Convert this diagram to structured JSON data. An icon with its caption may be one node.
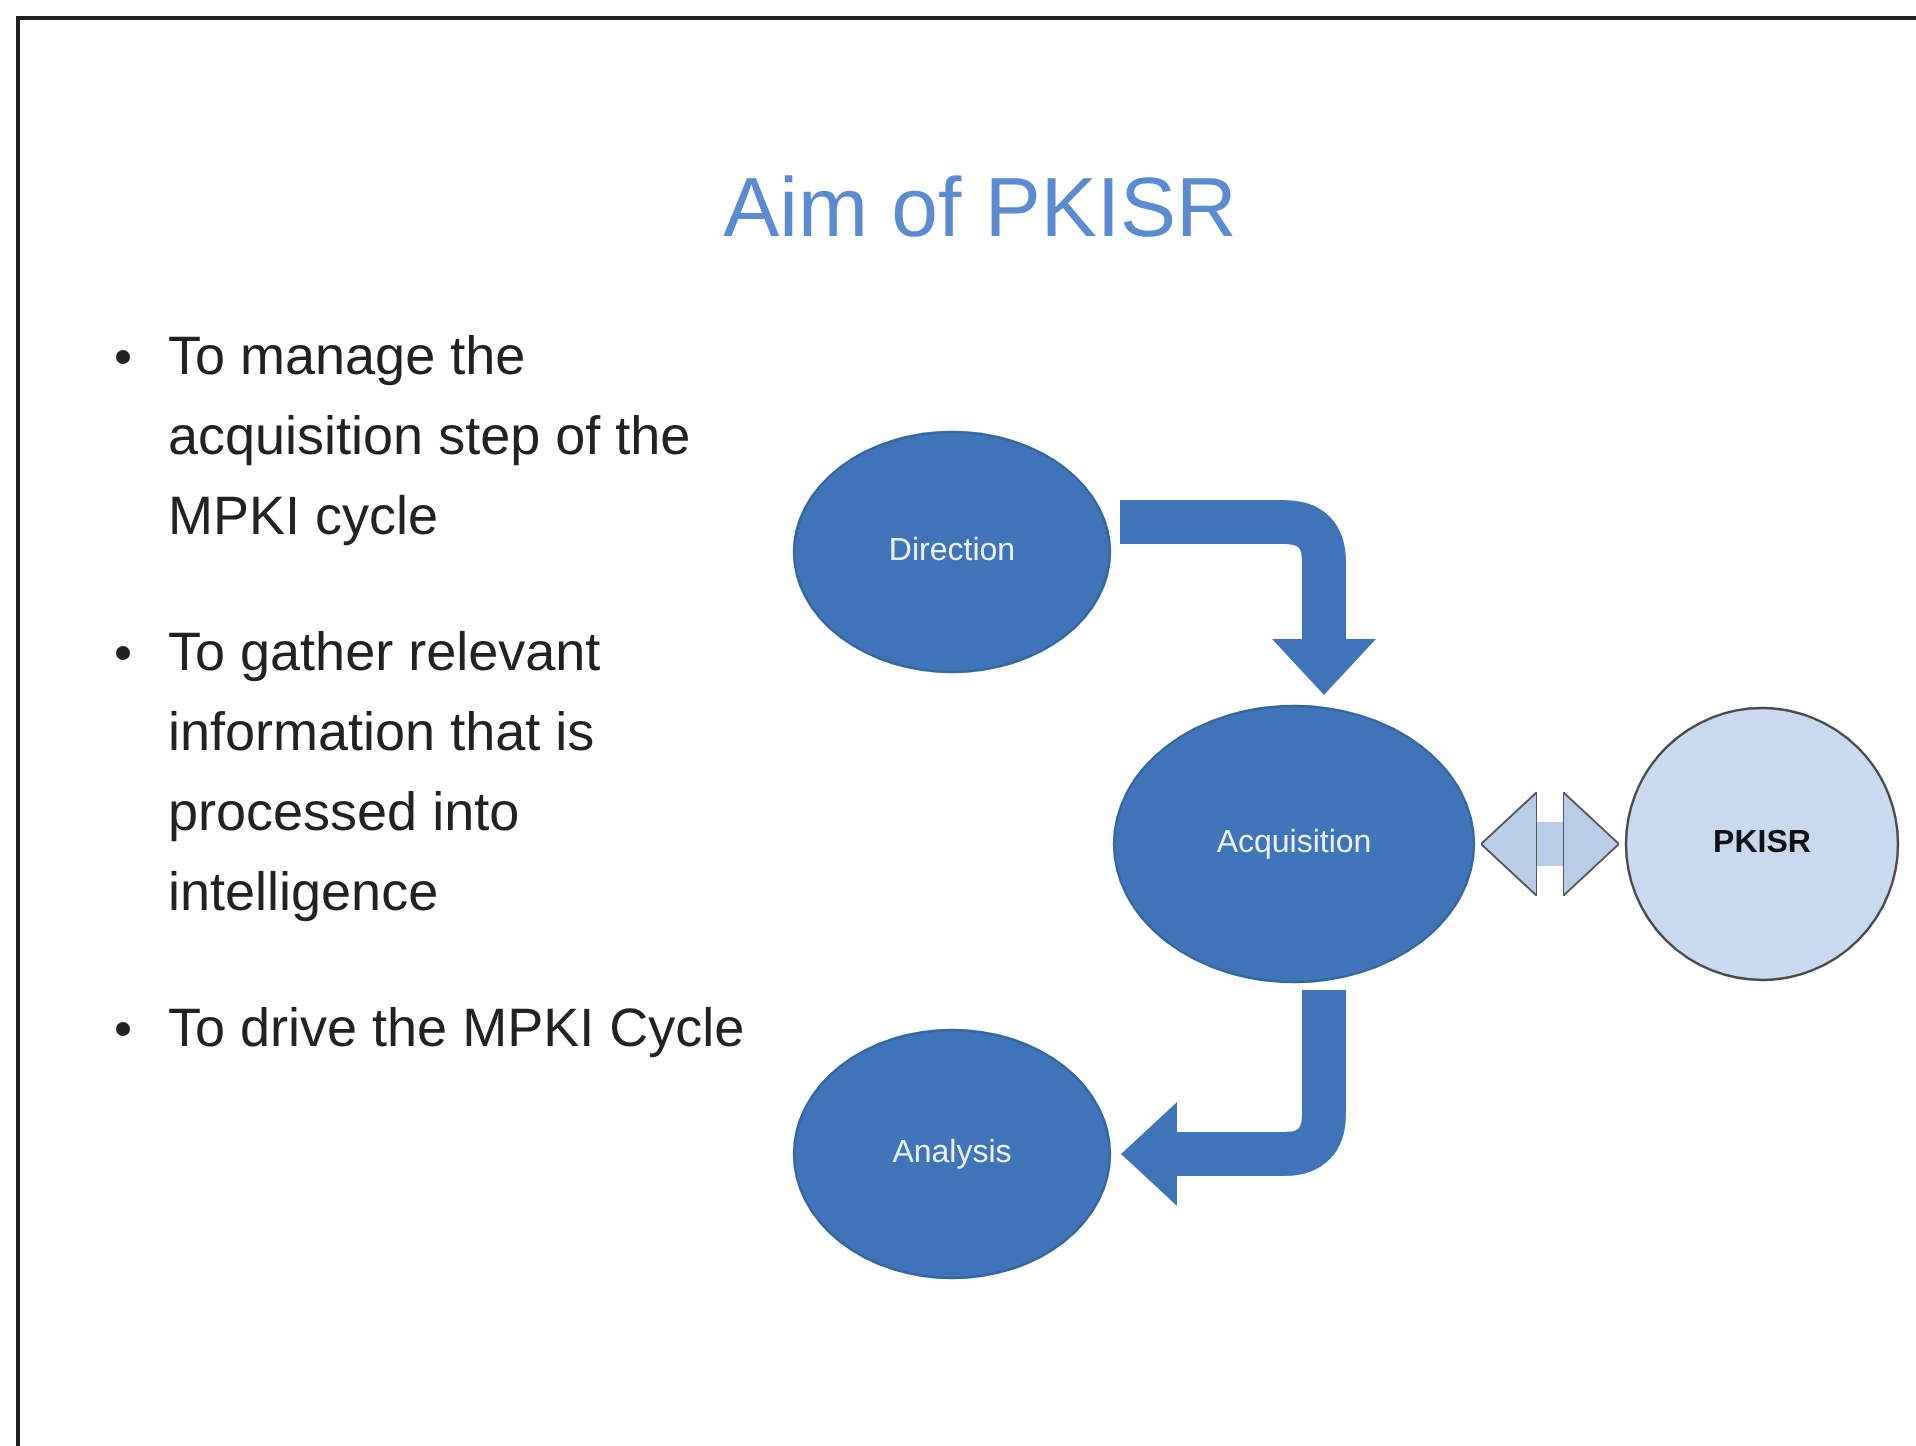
{
  "diagram": {
    "title": "Aim of PKISR",
    "nodes": [
      {
        "text": [
          "Direction"
        ]
      },
      {
        "text": [
          "Acquisition"
        ]
      },
      {
        "text": [
          "PKISR"
        ]
      },
      {
        "text": [
          "Analysis"
        ]
      }
    ],
    "edges": [
      {
        "from": 0,
        "to": 1,
        "arrow": "to"
      },
      {
        "from": 1,
        "to": 3,
        "arrow": "to"
      },
      {
        "from": 1,
        "to": 2,
        "arrow": "both",
        "color": "#b9cde8"
      }
    ],
    "labels": [
      "To manage the acquisition step of the MPKI cycle",
      "To gather relevant information that is processed into intelligence",
      "To drive the MPKI Cycle"
    ]
  }
}
